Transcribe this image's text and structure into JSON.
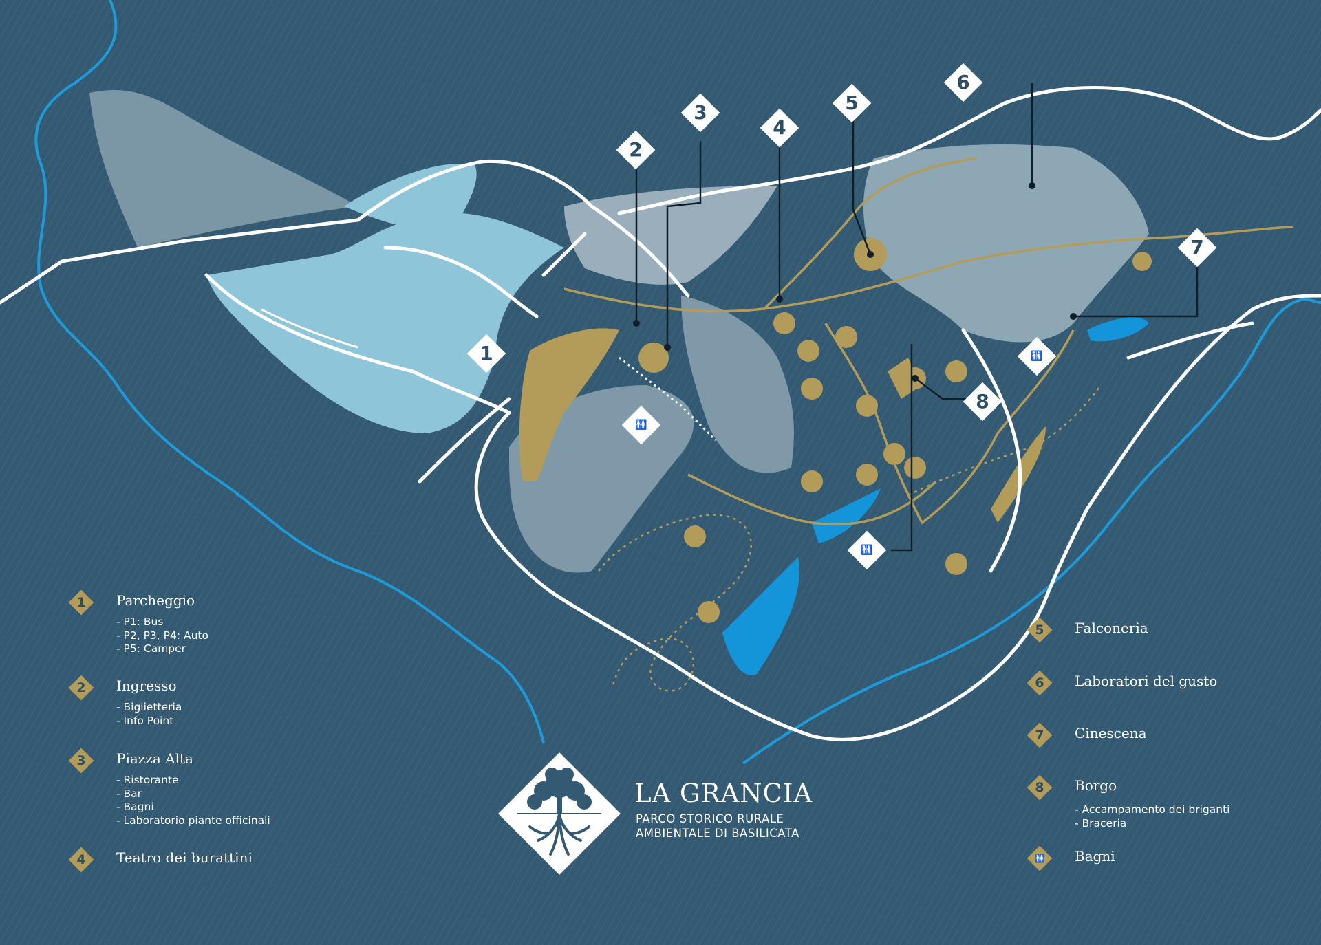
{
  "colors": {
    "background": "#335a72",
    "road": "#ffffff",
    "river": "#1e9ad8",
    "parking": "#8ec5d8",
    "area_grey": "#8ea7b4",
    "accent_gold": "#b39b59",
    "lake": "#1495da"
  },
  "brand": {
    "title": "LA GRANCIA",
    "subtitle_line1": "PARCO STORICO RURALE",
    "subtitle_line2": "AMBIENTALE DI BASILICATA",
    "logo_icon": "oak-tree-with-roots-icon"
  },
  "map_markers": [
    {
      "label": "1"
    },
    {
      "label": "2"
    },
    {
      "label": "3"
    },
    {
      "label": "4"
    },
    {
      "label": "5"
    },
    {
      "label": "6"
    },
    {
      "label": "7"
    },
    {
      "label": "8"
    }
  ],
  "restroom_icon": "restroom-accessible-icon",
  "legend": {
    "left": [
      {
        "num": "1",
        "title": "Parcheggio",
        "items": [
          "- P1: Bus",
          "- P2, P3, P4: Auto",
          "- P5: Camper"
        ]
      },
      {
        "num": "2",
        "title": "Ingresso",
        "items": [
          "- Biglietteria",
          "- Info Point"
        ]
      },
      {
        "num": "3",
        "title": "Piazza Alta",
        "items": [
          "- Ristorante",
          "- Bar",
          "- Bagni",
          "- Laboratorio piante officinali"
        ]
      },
      {
        "num": "4",
        "title": "Teatro dei burattini",
        "items": []
      }
    ],
    "right": [
      {
        "num": "5",
        "title": "Falconeria",
        "items": []
      },
      {
        "num": "6",
        "title": "Laboratori del gusto",
        "items": []
      },
      {
        "num": "7",
        "title": "Cinescena",
        "items": []
      },
      {
        "num": "8",
        "title": "Borgo",
        "items": [
          "- Accampamento dei briganti",
          "- Braceria"
        ]
      },
      {
        "num": "",
        "title": "Bagni",
        "items": [],
        "icon": "restroom-icon"
      }
    ]
  }
}
